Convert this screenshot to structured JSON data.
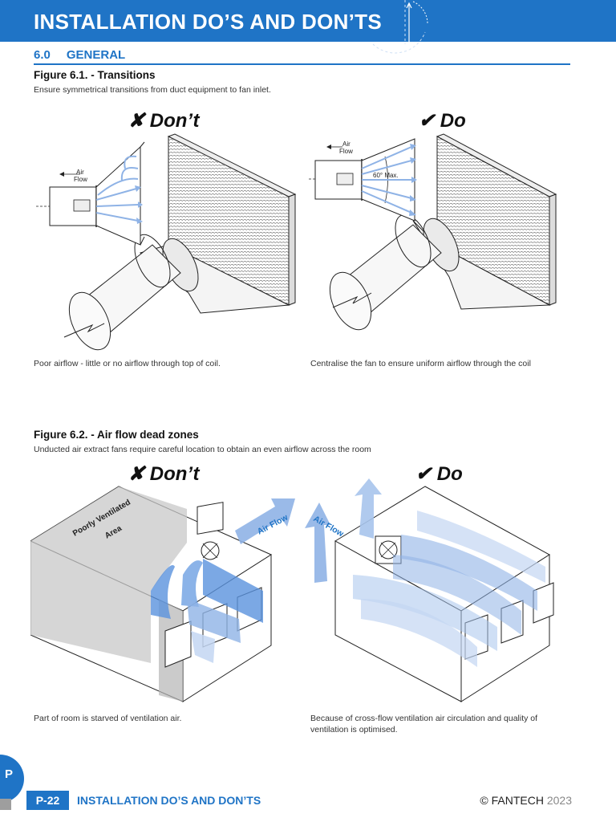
{
  "header": {
    "title": "INSTALLATION DO’S AND DON’TS"
  },
  "section": {
    "number": "6.0",
    "title": "GENERAL"
  },
  "figure1": {
    "title": "Figure 6.1. - Transitions",
    "subtitle": "Ensure symmetrical transitions from duct equipment to fan inlet.",
    "dont_label": "✘ Don’t",
    "do_label": "✔ Do",
    "airflow_label_line1": "Air",
    "airflow_label_line2": "Flow",
    "angle_label": "60° Max.",
    "dont_caption": "Poor airflow - little or no airflow through top of coil.",
    "do_caption": "Centralise the fan to ensure uniform airflow through the coil"
  },
  "figure2": {
    "title": "Figure 6.2. - Air flow dead zones",
    "subtitle": "Unducted air extract fans require careful location to obtain an even airflow across the room",
    "dont_label": "✘ Don’t",
    "do_label": "✔ Do",
    "poor_area_line1": "Poorly Ventilated",
    "poor_area_line2": "Area",
    "airflow_label": "Air Flow",
    "dont_caption": "Part of room is starved of ventilation air.",
    "do_caption_line1": "Because of cross-flow ventilation air circulation and quality of",
    "do_caption_line2": "ventilation is optimised."
  },
  "footer": {
    "tab_letter": "P",
    "page": "P-22",
    "title": "INSTALLATION DO’S AND DON’TS",
    "copyright": "© FANTECH",
    "year": "2023"
  },
  "colors": {
    "brand_blue": "#1f74c6",
    "arrow_blue": "#8fb3e6",
    "light_blue": "#c3d6f2"
  }
}
